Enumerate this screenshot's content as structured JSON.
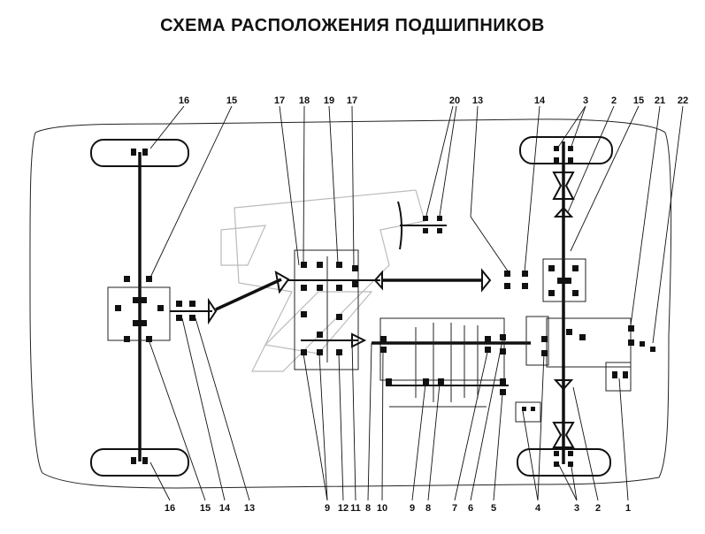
{
  "title": "СХЕМА РАСПОЛОЖЕНИЯ ПОДШИПНИКОВ",
  "callouts_top": [
    "16",
    "15",
    "17",
    "18",
    "19",
    "17",
    "20",
    "13",
    "14",
    "3",
    "2",
    "15",
    "21",
    "22"
  ],
  "callouts_bottom": [
    "16",
    "15",
    "14",
    "13",
    "9",
    "12",
    "11",
    "8",
    "10",
    "9",
    "8",
    "7",
    "6",
    "5",
    "4",
    "3",
    "2",
    "1"
  ]
}
